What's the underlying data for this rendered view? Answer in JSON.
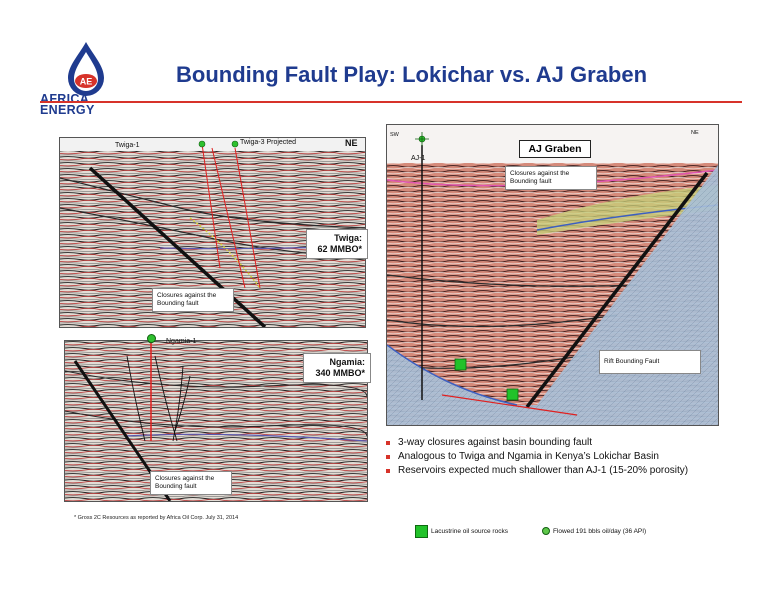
{
  "header": {
    "title": "Bounding Fault Play: Lokichar vs. AJ Graben",
    "logo_line1": "AFRICA",
    "logo_line2": "ENERGY",
    "logo_mark": "AE",
    "accent_color": "#d7332a",
    "brand_color": "#1f3b8f"
  },
  "twiga_panel": {
    "well_label": "Twiga-1",
    "projected_label": "Twiga-3 Projected",
    "direction_label": "NE",
    "resource_name": "Twiga:",
    "resource_value": "62 MMBO*",
    "callout_line1": "Closures against the",
    "callout_line2": "Bounding fault"
  },
  "ngamia_panel": {
    "well_label": "Ngamia-1",
    "resource_name": "Ngamia:",
    "resource_value": "340 MMBO*",
    "callout_line1": "Closures against the",
    "callout_line2": "Bounding fault"
  },
  "aj_panel": {
    "sw_label": "SW",
    "ne_label": "NE",
    "well_label": "AJ-1",
    "graben_label": "AJ Graben",
    "callout_line1": "Closures against the",
    "callout_line2": "Bounding fault",
    "rift_label": "Rift Bounding Fault"
  },
  "bullets": [
    "3-way closures against basin bounding fault",
    "Analogous to Twiga and Ngamia in Kenya’s Lokichar Basin",
    "Reservoirs expected much shallower than AJ-1 (15-20% porosity)"
  ],
  "footnote": "* Gross 2C Resources as reported by Africa Oil Corp. July 31, 2014",
  "legend": {
    "source_rocks": "Lacustrine oil source rocks",
    "flowed": "Flowed 191 bbls oil/day (36 API)",
    "source_color": "#22c22a",
    "flowed_color": "#5fc84a"
  }
}
